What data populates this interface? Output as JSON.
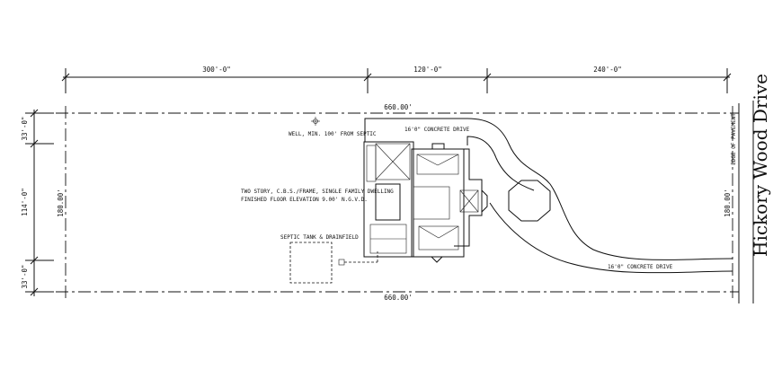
{
  "dimensions": {
    "top_segments": [
      "300'-0\"",
      "120'-0\"",
      "240'-0\""
    ],
    "left_segments": [
      "33'-0\"",
      "114'-0\"",
      "33'-0\""
    ],
    "lot_length_top": "660.00'",
    "lot_length_bottom": "660.00'",
    "lot_width_left": "180.00'",
    "lot_width_right": "180.00'"
  },
  "labels": {
    "well": "WELL, MIN. 100' FROM SEPTIC",
    "drive_top": "16'0\" CONCRETE DRIVE",
    "drive_bottom": "16'0\" CONCRETE DRIVE",
    "dwelling_line1": "TWO STORY, C.B.S./FRAME, SINGLE FAMILY DWELLING",
    "dwelling_line2": "FINISHED FLOOR ELEVATION 9.00' N.G.V.D.",
    "septic": "SEPTIC TANK & DRAINFIELD",
    "edge_pavement": "EDGE OF PAVEMENT",
    "street": "Hickory Wood Drive"
  },
  "colors": {
    "ink": "#111111",
    "background": "#ffffff"
  }
}
